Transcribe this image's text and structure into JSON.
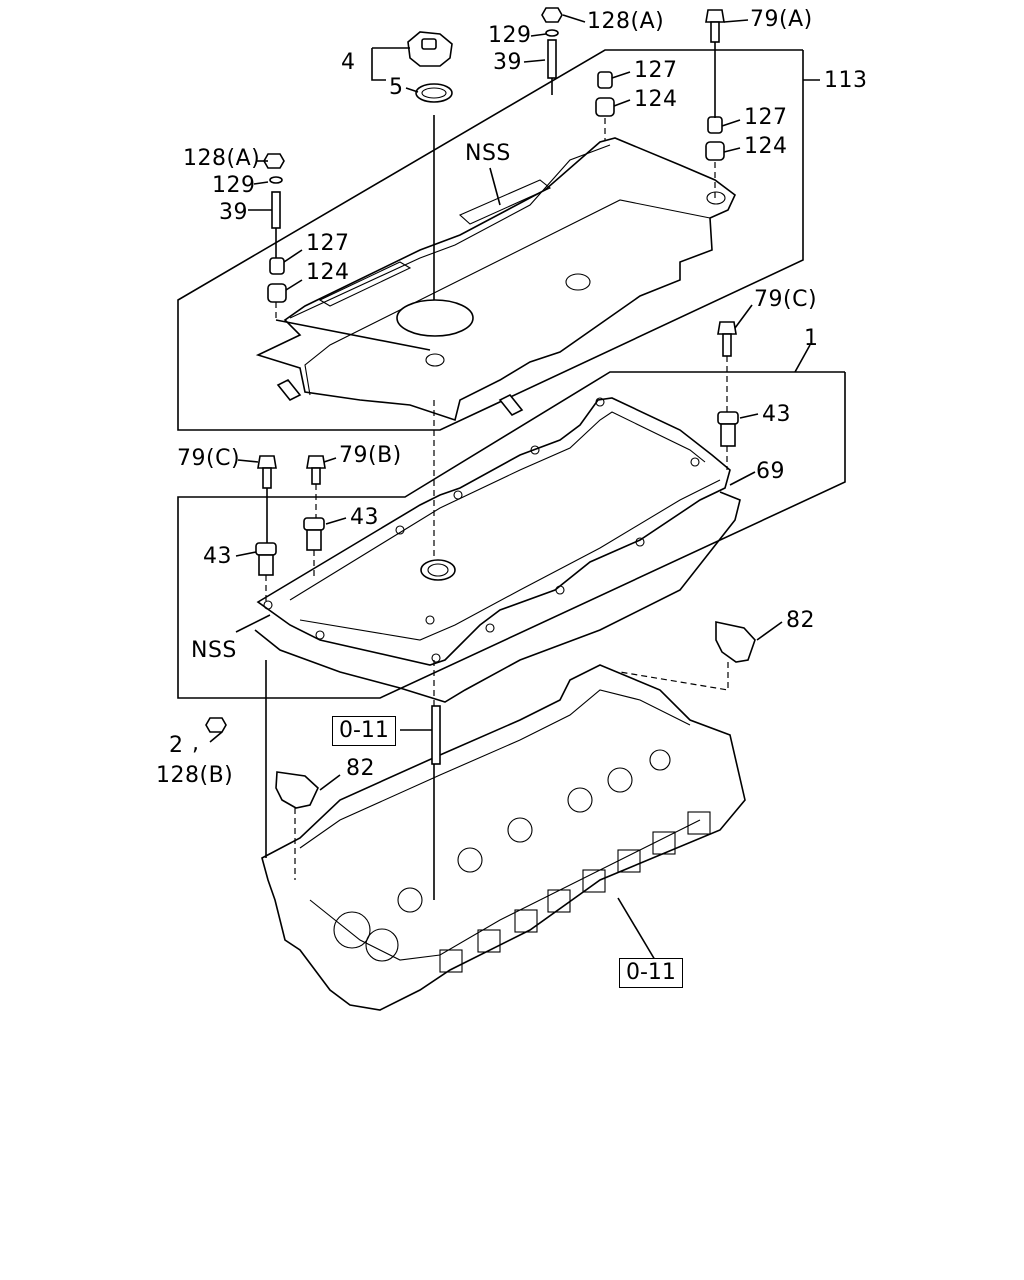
{
  "labels": {
    "l128a_top": "128(A)",
    "l129_top": "129",
    "l39_top": "39",
    "l79a": "79(A)",
    "l4": "4",
    "l5": "5",
    "l127_top": "127",
    "l124_top": "124",
    "l113": "113",
    "l127_right": "127",
    "l124_right": "124",
    "l128a_left": "128(A)",
    "l129_left": "129",
    "l39_left": "39",
    "nss_top": "NSS",
    "l127_left": "127",
    "l124_left": "124",
    "l79c_right": "79(C)",
    "l1": "1",
    "l43_right": "43",
    "l69": "69",
    "l79c_left": "79(C)",
    "l79b": "79(B)",
    "l43_mid": "43",
    "l43_left": "43",
    "nss_bottom": "NSS",
    "l82_right": "82",
    "ref_top": "0-11",
    "l2": "2",
    "comma": ",",
    "l128b": "128(B)",
    "l82_left": "82",
    "ref_bottom": "0-11"
  }
}
